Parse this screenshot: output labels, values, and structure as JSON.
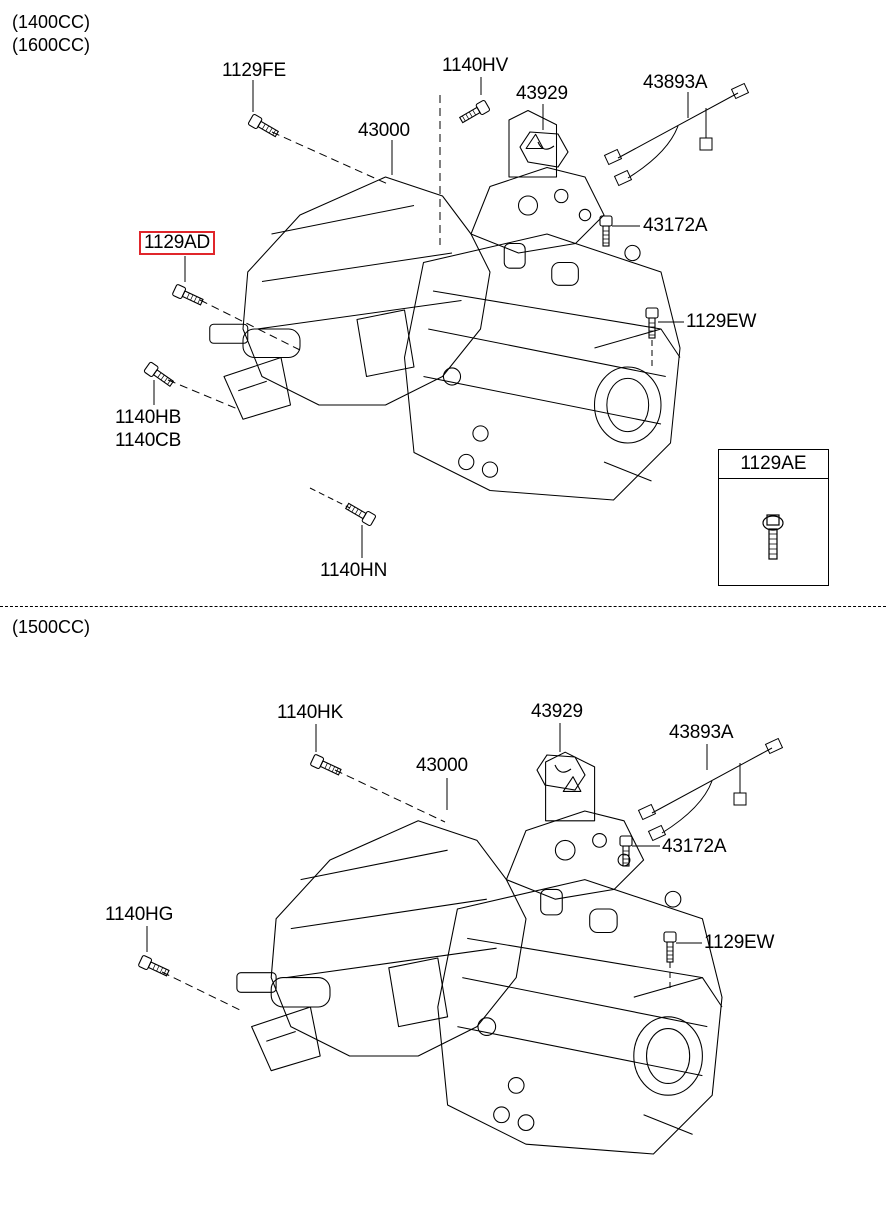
{
  "diagram": {
    "type": "exploded-parts-diagram",
    "subject": "manual transaxle assembly",
    "highlight_color": "#e0262b"
  },
  "sections": [
    {
      "variants": [
        "(1400CC)",
        "(1600CC)"
      ],
      "labels": {
        "bolt_top_left": "1129FE",
        "main_assembly": "43000",
        "bolt_top_center": "1140HV",
        "bracket": "43929",
        "wiring_harness": "43893A",
        "bolt_right_upper": "43172A",
        "bolt_right_lower": "1129EW",
        "bolt_highlighted": "1129AD",
        "bolt_left_a": "1140HB",
        "bolt_left_b": "1140CB",
        "bolt_bottom": "1140HN"
      },
      "inset": {
        "label": "1129AE"
      }
    },
    {
      "variants": [
        "(1500CC)"
      ],
      "labels": {
        "bolt_top_left": "1140HK",
        "main_assembly": "43000",
        "bracket": "43929",
        "wiring_harness": "43893A",
        "bolt_right_upper": "43172A",
        "bolt_right_lower": "1129EW",
        "bolt_left": "1140HG"
      }
    }
  ],
  "selected_part": "1129AD"
}
